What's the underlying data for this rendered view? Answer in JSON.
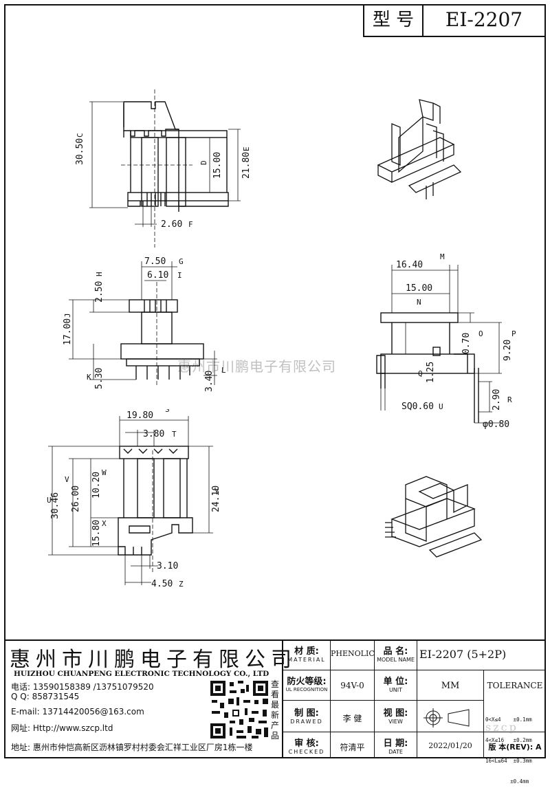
{
  "header": {
    "model_label": "型  号",
    "model_value": "EI-2207"
  },
  "watermark": "惠州市川鹏电子有限公司",
  "dims_top": {
    "c": "30.50",
    "c_tag": "C",
    "d": "15.00",
    "d_tag": "D",
    "e": "21.80",
    "e_tag": "E",
    "f": "2.60",
    "f_tag": "F"
  },
  "dims_side": {
    "g": "7.50",
    "g_tag": "G",
    "h": "2.50",
    "h_tag": "H",
    "i": "6.10",
    "i_tag": "I",
    "j": "17.00",
    "j_tag": "J",
    "k": "5.30",
    "k_tag": "K",
    "l": "3.40",
    "l_tag": "L"
  },
  "dims_front": {
    "m": "16.40",
    "m_tag": "M",
    "n": "15.00",
    "n_tag": "N",
    "o": "0.70",
    "o_tag": "O",
    "p": "9.20",
    "p_tag": "P",
    "q": "1.25",
    "q_tag": "Q",
    "r": "2.90",
    "r_tag": "R",
    "u": "SQ0.60",
    "u_tag": "U",
    "phi": "φ0.80"
  },
  "dims_bottom": {
    "s": "19.80",
    "s_tag": "S",
    "t": "3.80",
    "t_tag": "T",
    "u2": "30.46",
    "u2_tag": "U",
    "v": "26.00",
    "v_tag": "V",
    "w": "10.20",
    "w_tag": "W",
    "x": "15.80",
    "x_tag": "X",
    "y": "24.10",
    "y_tag": "Y",
    "b1": "3.10",
    "z": "4.50",
    "z_tag": "Z"
  },
  "company": {
    "name_cn": "惠州市川鹏电子有限公司",
    "name_en": "HUIZHOU CHUANPENG ELECTRONIC TECHNOLOGY CO., LTD",
    "phone": "电话: 13590158389 /13751079520",
    "qq": "Q Q:  858731545",
    "email": "E-mail: 13714420056@163.com",
    "website": "网址: Http://www.szcp.ltd",
    "address": "地址: 惠州市仲恺高新区沥林镇罗村村委会汇祥工业区厂房1栋一楼",
    "qr_caption": "查看最新产品"
  },
  "titleblock": {
    "material_cn": "材  质:",
    "material_en": "MATERIAL",
    "material_val": "PHENOLIC",
    "partname_cn": "品  名:",
    "partname_en": "MODEL NAME",
    "partname_val": "EI-2207 (5+2P)",
    "fire_cn": "防火等级:",
    "fire_en": "UL RECOGNITION",
    "fire_val": "94V-0",
    "unit_cn": "单  位:",
    "unit_en": "UNIT",
    "unit_val": "MM",
    "tolerance": "TOLERANCE",
    "tol1": "0<X≤4    ±0.1mm",
    "tol2": "4<X≤16   ±0.2mm",
    "tol3": "16<L≤64  ±0.3mm",
    "tol4": "        ±0.4mm",
    "drawn_cn": "制  图:",
    "drawn_en": "DRAWED",
    "drawn_val": "李 健",
    "view_cn": "视  图:",
    "view_en": "VIEW",
    "check_cn": "审  核:",
    "check_en": "CHECKED",
    "check_val": "符清平",
    "date_cn": "日  期:",
    "date_en": "DATE",
    "date_val": "2022/01/20",
    "rev_label": "版 本(REV): A",
    "site_watermark": "szcp"
  }
}
